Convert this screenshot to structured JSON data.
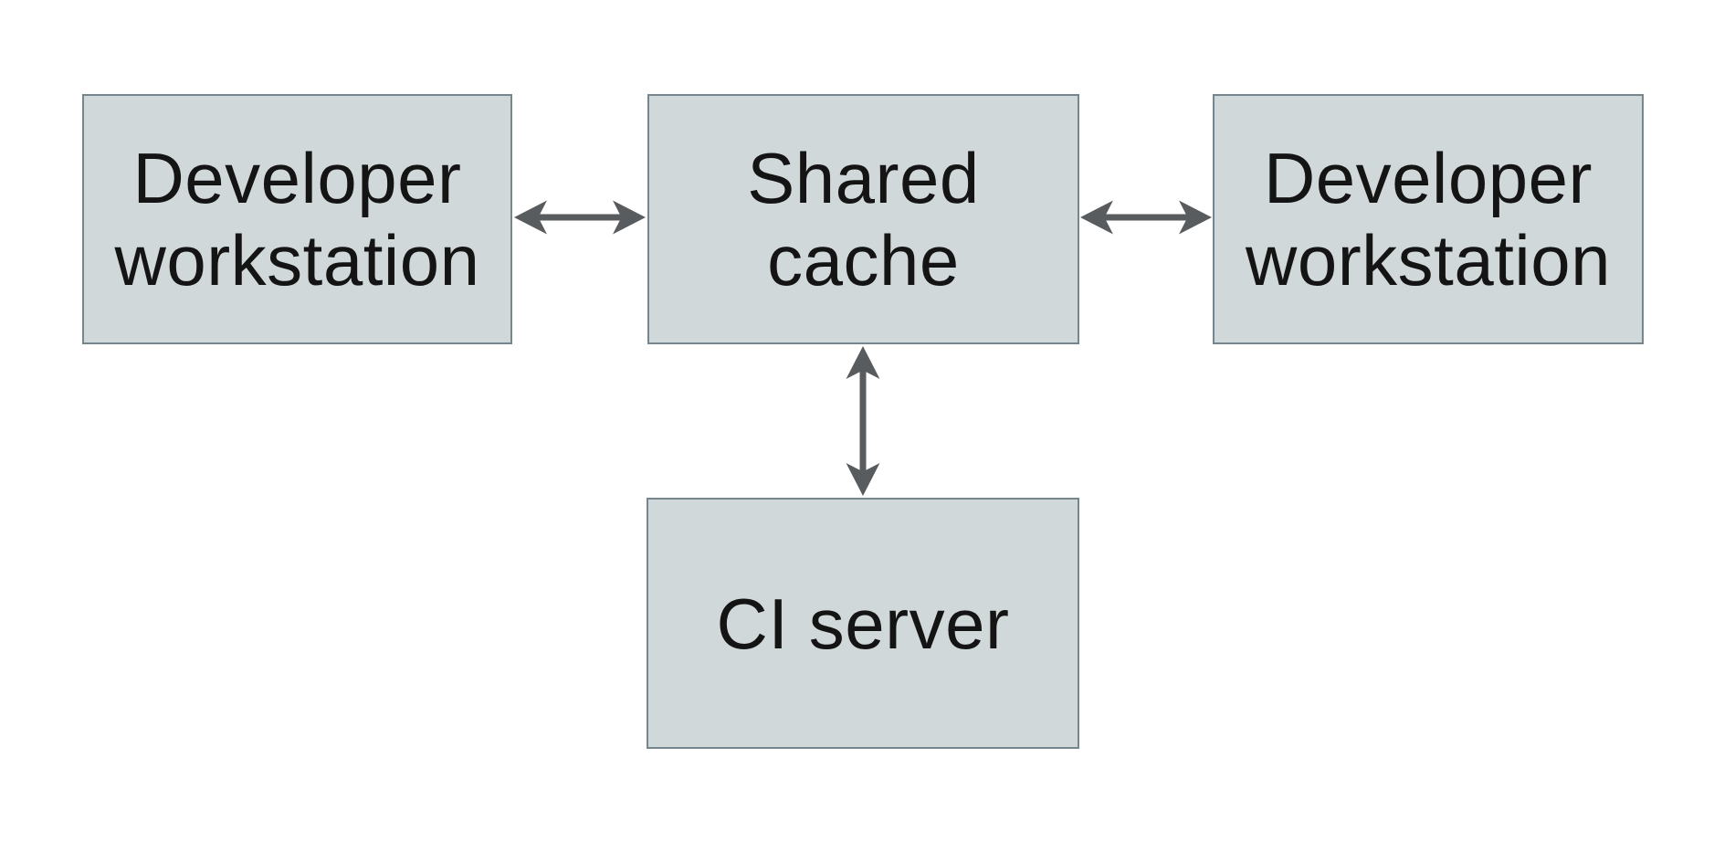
{
  "colors": {
    "background": "#ffffff",
    "node_fill": "#d1d8da",
    "node_border": "#75868f",
    "arrow": "#595c5f",
    "text": "#141414"
  },
  "nodes": {
    "dev_left": {
      "line1": "Developer",
      "line2": "workstation"
    },
    "shared_cache": {
      "line1": "Shared",
      "line2": "cache"
    },
    "dev_right": {
      "line1": "Developer",
      "line2": "workstation"
    },
    "ci_server": {
      "line1": "CI server"
    }
  },
  "edges": [
    {
      "from": "Developer workstation (left)",
      "to": "Shared cache",
      "direction": "bidirectional"
    },
    {
      "from": "Shared cache",
      "to": "Developer workstation (right)",
      "direction": "bidirectional"
    },
    {
      "from": "Shared cache",
      "to": "CI server",
      "direction": "bidirectional"
    }
  ]
}
